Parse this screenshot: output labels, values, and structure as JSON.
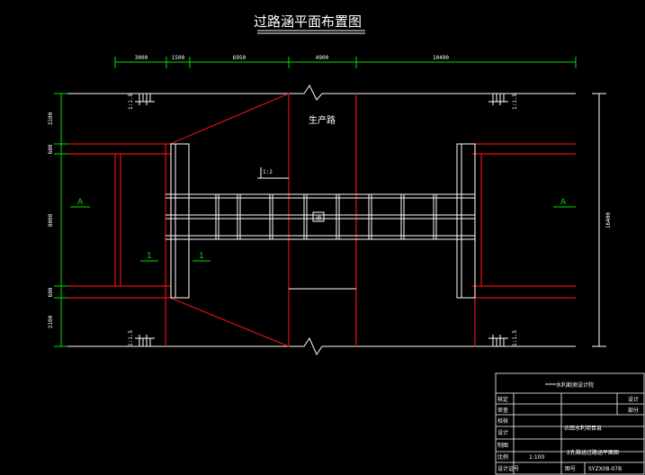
{
  "drawing": {
    "title": "过路涵平面布置图",
    "road_label": "生产路",
    "centre_mark": "涵",
    "section_marks": [
      "A",
      "A",
      "1",
      "1"
    ],
    "width_top_dims": [
      "3000",
      "1500",
      "6950",
      "4900",
      "10490"
    ],
    "left_dims": [
      "3100",
      "600",
      "8000",
      "600",
      "3100"
    ],
    "right_dim": "16400",
    "slope_labels": [
      "1:1.5",
      "1:1.5",
      "1:1.5",
      "1:1.5"
    ],
    "slope_tag": "1:2"
  },
  "title_block": {
    "org": "****水利勘测设计院",
    "row_labels": [
      "核定",
      "审查",
      "校核",
      "设计",
      "制图",
      "比例",
      "设计证号"
    ],
    "scale": "1:100",
    "right_labels": [
      "设计",
      "部分"
    ],
    "project": "农田水利项目县",
    "drawing_name": "2孔箱涵过路涵平面图",
    "drawing_no_label": "图号",
    "drawing_no": "SYZX08-07B"
  }
}
